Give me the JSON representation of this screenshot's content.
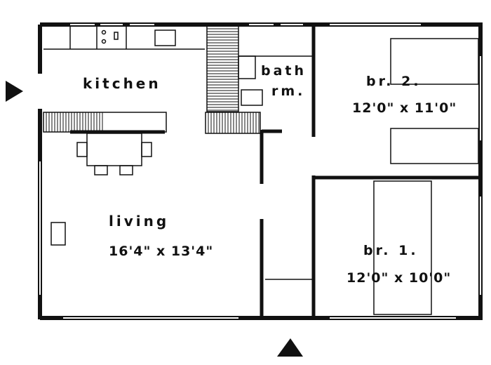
{
  "rooms": {
    "kitchen": {
      "label": "kitchen"
    },
    "bath": {
      "label": "bath",
      "label2": "rm."
    },
    "br2": {
      "label": "br. 2.",
      "size": "12'0\" x 11'0\""
    },
    "living": {
      "label": "living",
      "size": "16'4\" x 13'4\""
    },
    "br1": {
      "label": "br. 1.",
      "size": "12'0\" x 10'0\""
    }
  },
  "colors": {
    "ink": "#111111",
    "paper": "#ffffff"
  }
}
